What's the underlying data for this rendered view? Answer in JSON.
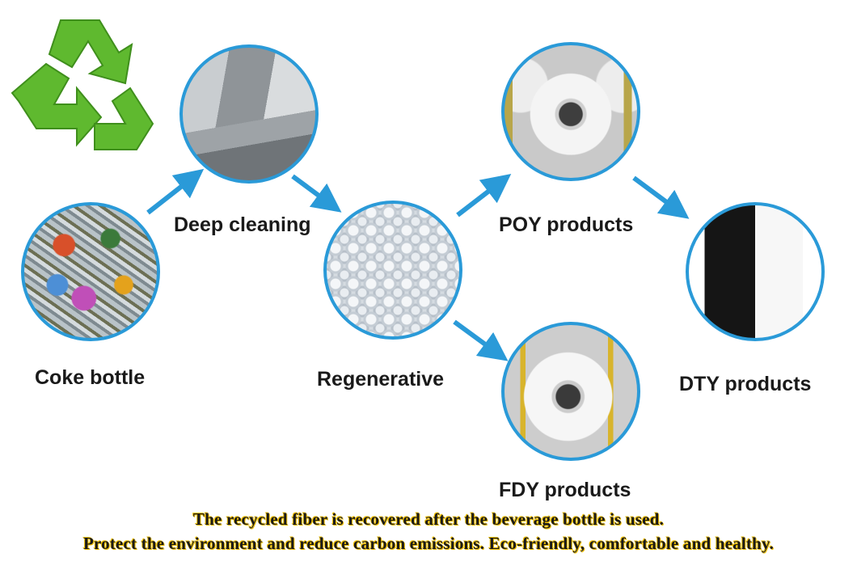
{
  "colors": {
    "arrow": "#2a9ad8",
    "ring": "#2a9ad8",
    "recycle": "#5fb92f",
    "caption_glow": "#f2c200"
  },
  "icons": {
    "logo": "recycle-icon"
  },
  "nodes": {
    "coke_bottle": {
      "label": "Coke bottle"
    },
    "deep_cleaning": {
      "label": "Deep cleaning"
    },
    "regenerative": {
      "label": "Regenerative"
    },
    "poy": {
      "label": "POY products"
    },
    "fdy": {
      "label": "FDY products"
    },
    "dty": {
      "label": "DTY products"
    }
  },
  "caption": {
    "line1": "The recycled fiber is recovered after the beverage bottle is used.",
    "line2": "Protect the environment and reduce carbon emissions. Eco-friendly, comfortable and healthy."
  }
}
